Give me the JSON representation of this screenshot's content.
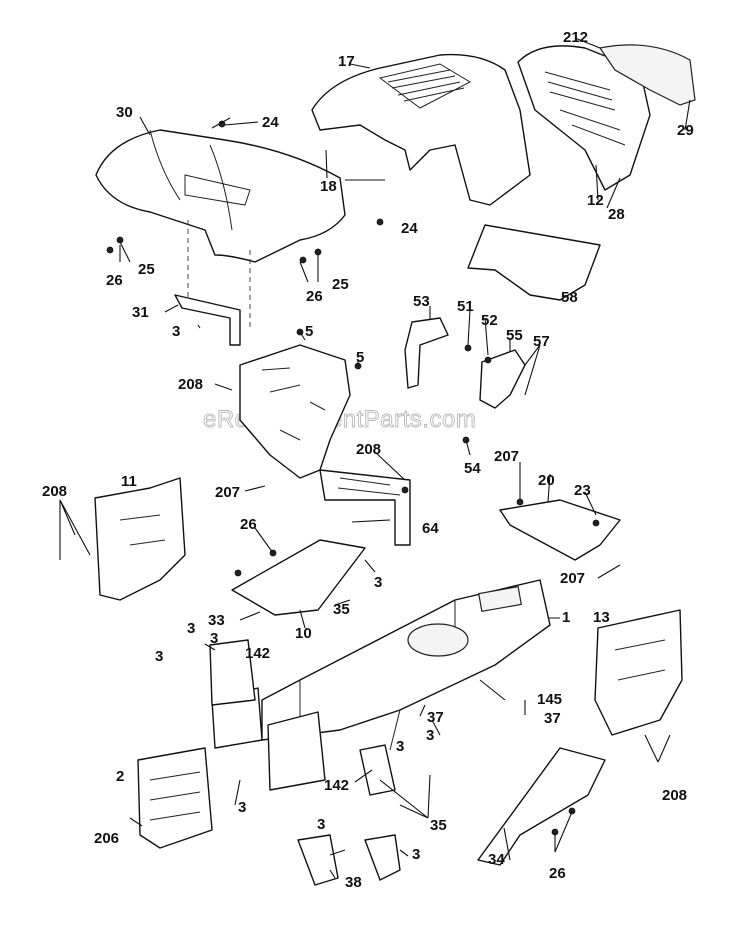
{
  "watermark": "eReplacementParts.com",
  "callouts": {
    "c17": "17",
    "c212": "212",
    "c30": "30",
    "c24a": "24",
    "c24b": "24",
    "c29": "29",
    "c18": "18",
    "c12": "12",
    "c28": "28",
    "c26a": "26",
    "c25a": "25",
    "c26b": "26",
    "c25b": "25",
    "c58": "58",
    "c31": "31",
    "c3a": "3",
    "c53": "53",
    "c51": "51",
    "c52": "52",
    "c55": "55",
    "c57": "57",
    "c5a": "5",
    "c5b": "5",
    "c208a": "208",
    "c208b": "208",
    "c54": "54",
    "c207a": "207",
    "c20": "20",
    "c23": "23",
    "c11": "11",
    "c208c": "208",
    "c207b": "207",
    "c64": "64",
    "c26c": "26",
    "c3b": "3",
    "c207c": "207",
    "c33": "33",
    "c35a": "35",
    "c10": "10",
    "c1": "1",
    "c13": "13",
    "c3c": "3",
    "c3d": "3",
    "c3e": "3",
    "c142a": "142",
    "c145": "145",
    "c37a": "37",
    "c37b": "37",
    "c3f": "3",
    "c3g": "3",
    "c2": "2",
    "c142b": "142",
    "c208d": "208",
    "c3h": "3",
    "c206": "206",
    "c35b": "35",
    "c3i": "3",
    "c3j": "3",
    "c34": "34",
    "c26d": "26",
    "c38": "38"
  }
}
